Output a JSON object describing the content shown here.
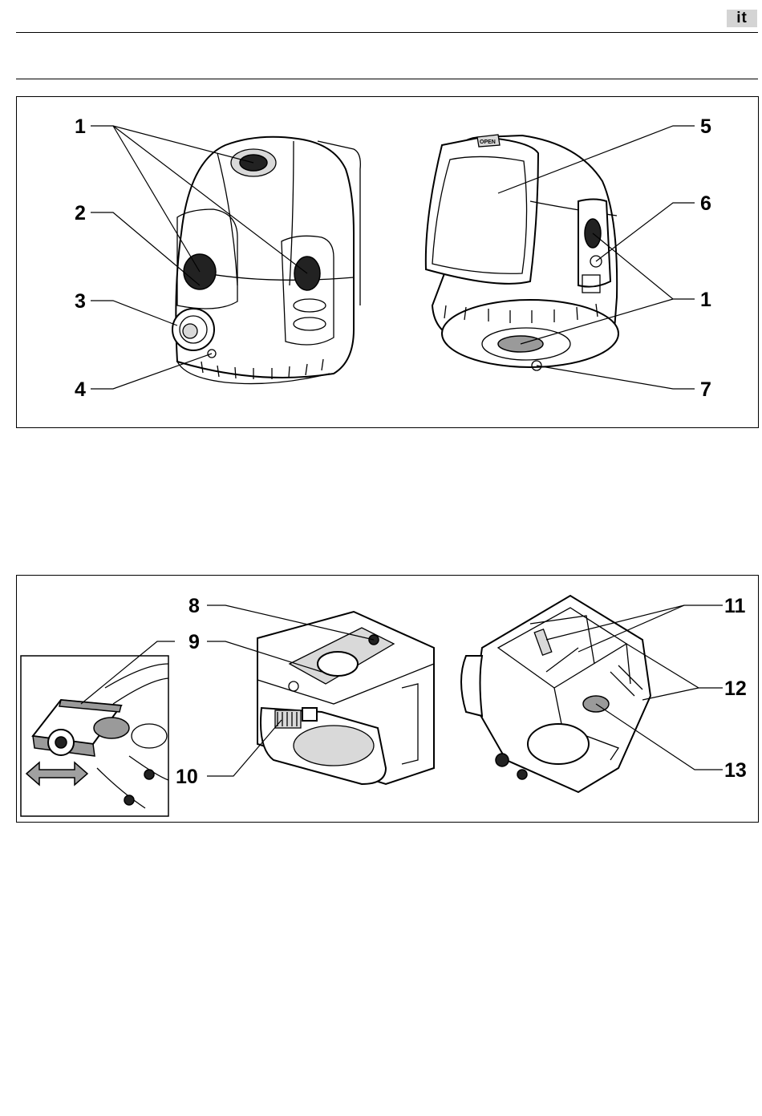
{
  "header": {
    "language_code": "it"
  },
  "figure1": {
    "callouts": [
      "1",
      "2",
      "3",
      "4",
      "5",
      "6",
      "1",
      "7"
    ],
    "open_label": "OPEN"
  },
  "figure2": {
    "callouts": [
      "8",
      "9",
      "10",
      "11",
      "12",
      "13"
    ]
  },
  "colors": {
    "badge_bg": "#d4d4d4",
    "line": "#000000"
  }
}
